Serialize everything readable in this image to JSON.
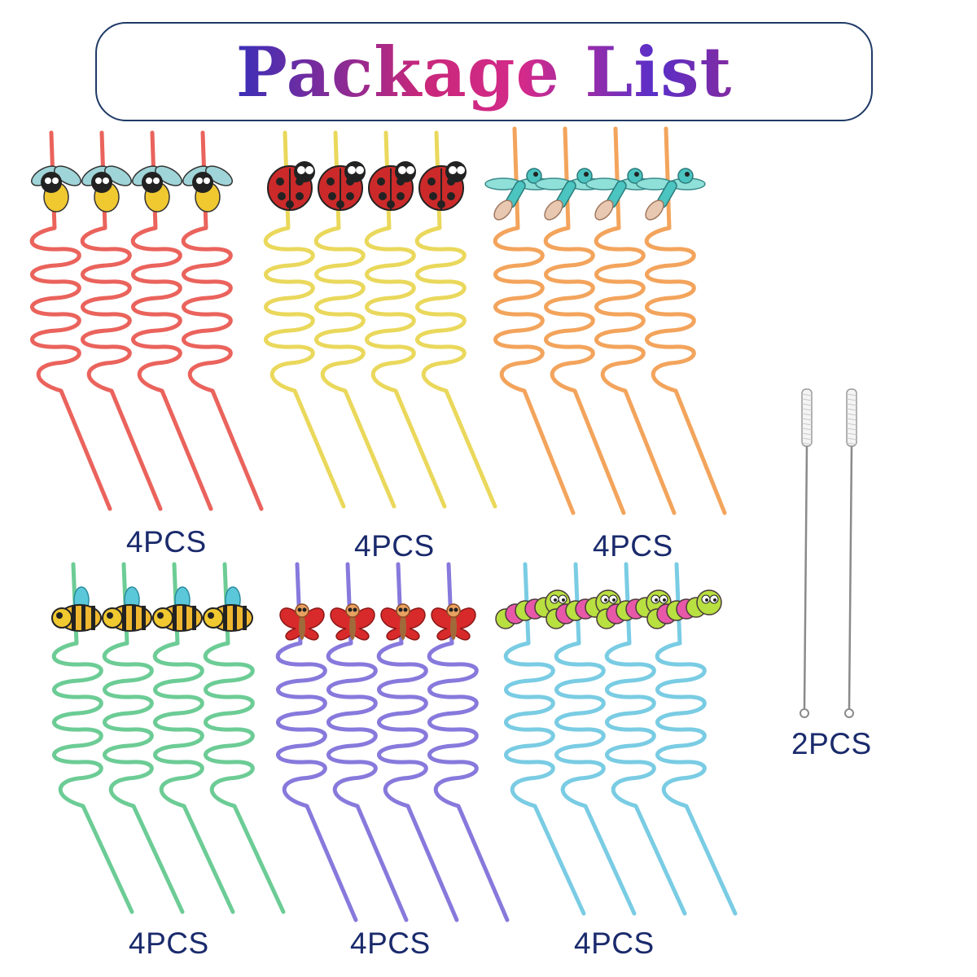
{
  "header": {
    "title": "Package List"
  },
  "groups": [
    {
      "label": "4PCS",
      "topper": "bee-icon",
      "color": "#e8524a"
    },
    {
      "label": "4PCS",
      "topper": "ladybug-icon",
      "color": "#e8d44a"
    },
    {
      "label": "4PCS",
      "topper": "dragonfly-icon",
      "color": "#f29a4a"
    },
    {
      "label": "4PCS",
      "topper": "bumblebee-icon",
      "color": "#5cc78a"
    },
    {
      "label": "4PCS",
      "topper": "butterfly-icon",
      "color": "#7a6ad8"
    },
    {
      "label": "4PCS",
      "topper": "caterpillar-icon",
      "color": "#6ac6e0"
    }
  ],
  "brushes": {
    "label": "2PCS",
    "icon": "cleaning-brush-icon"
  }
}
